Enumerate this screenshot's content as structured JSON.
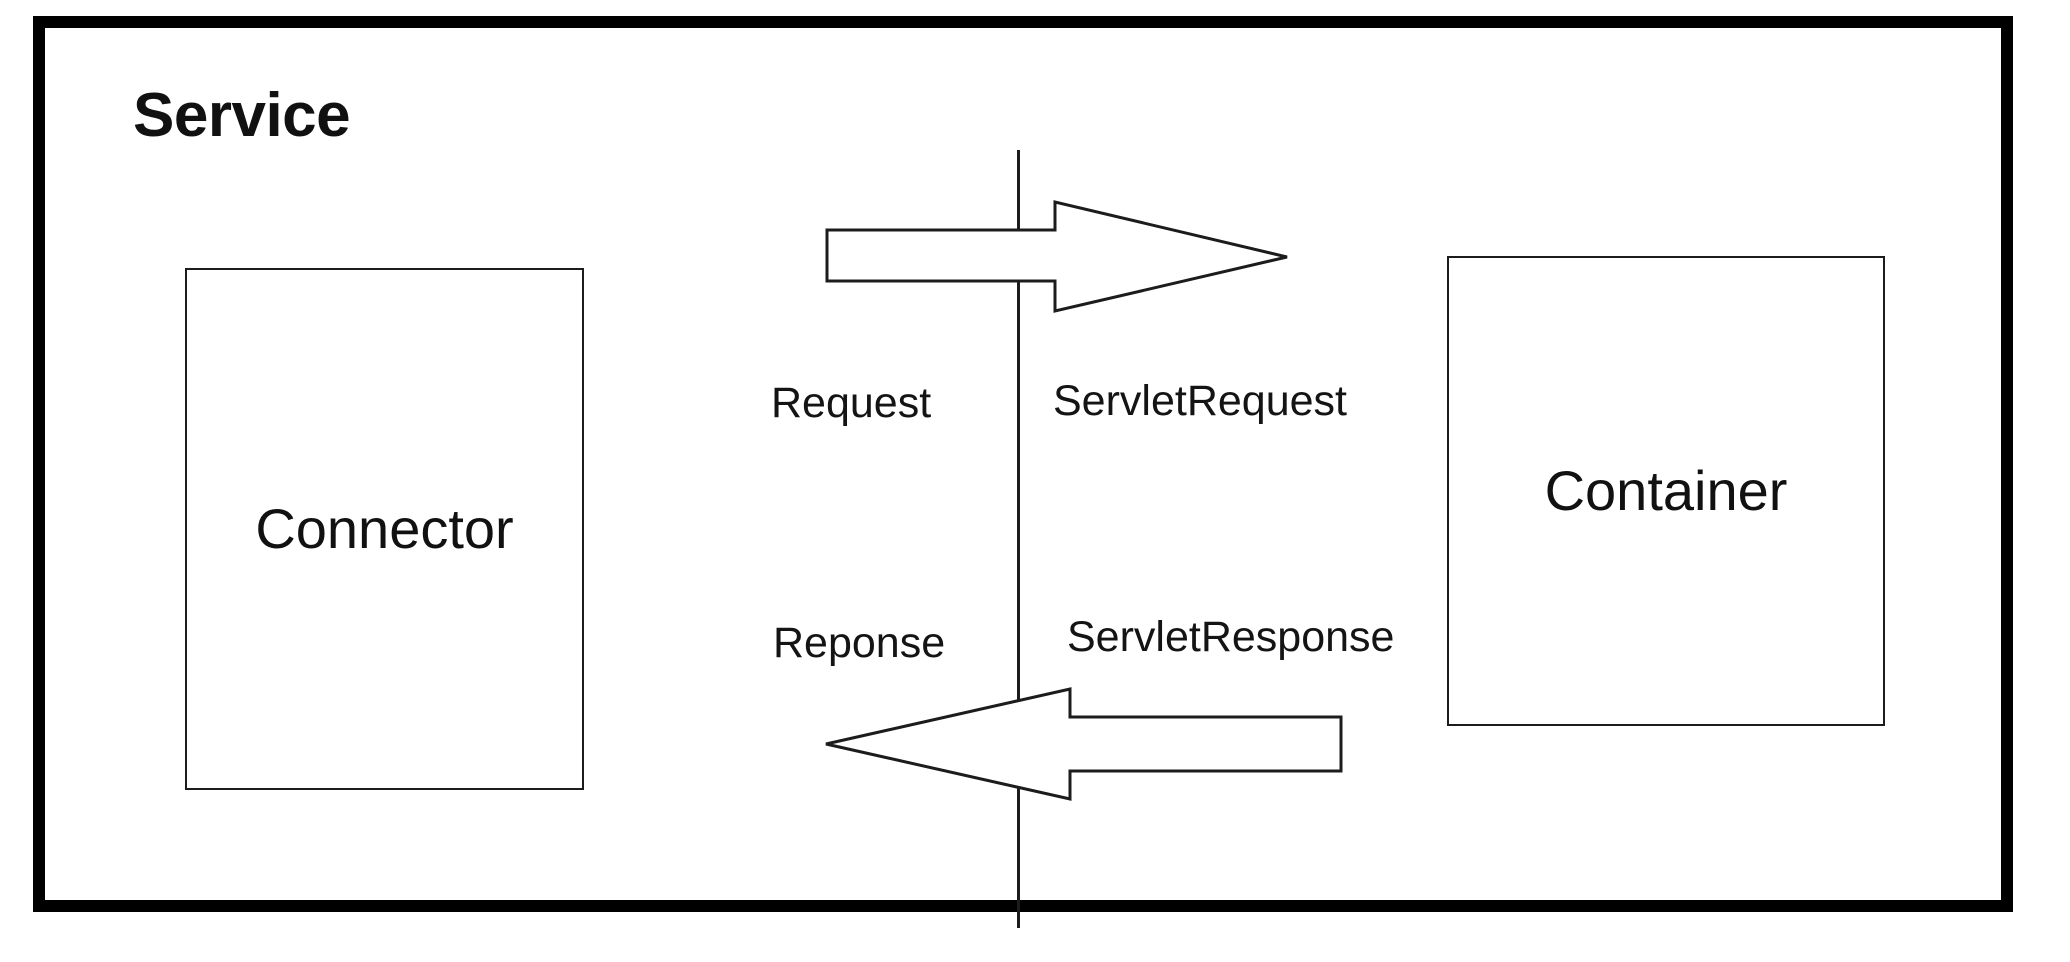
{
  "diagram": {
    "title": "Service",
    "boxes": [
      {
        "id": "connector",
        "label": "Connector"
      },
      {
        "id": "container",
        "label": "Container"
      }
    ],
    "flows": [
      {
        "id": "request",
        "direction": "left-to-right",
        "outer_label": "Request",
        "inner_label": "ServletRequest"
      },
      {
        "id": "response",
        "direction": "right-to-left",
        "outer_label": "Reponse",
        "inner_label": "ServletResponse"
      }
    ],
    "divider": {
      "name": "boundary-line",
      "orientation": "vertical"
    },
    "colors": {
      "frame": "#000000",
      "box_stroke": "#1c1c1c",
      "text": "#111111",
      "background": "#ffffff"
    }
  }
}
